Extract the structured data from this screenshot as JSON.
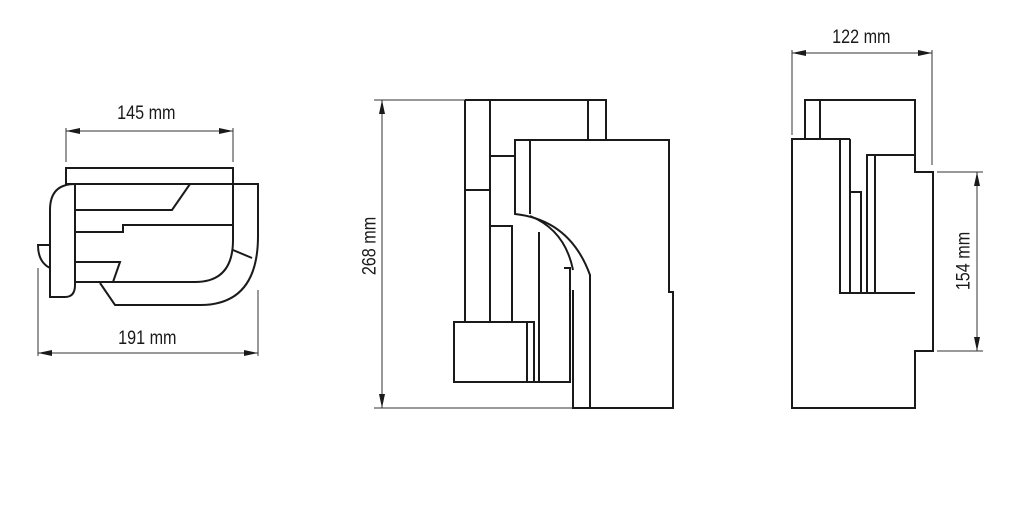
{
  "drawing": {
    "top_view": {
      "width_top_label": "145 mm",
      "width_bottom_label": "191 mm"
    },
    "side_view": {
      "height_label": "268 mm"
    },
    "front_view": {
      "width_label": "122 mm",
      "height_label": "154 mm"
    }
  }
}
